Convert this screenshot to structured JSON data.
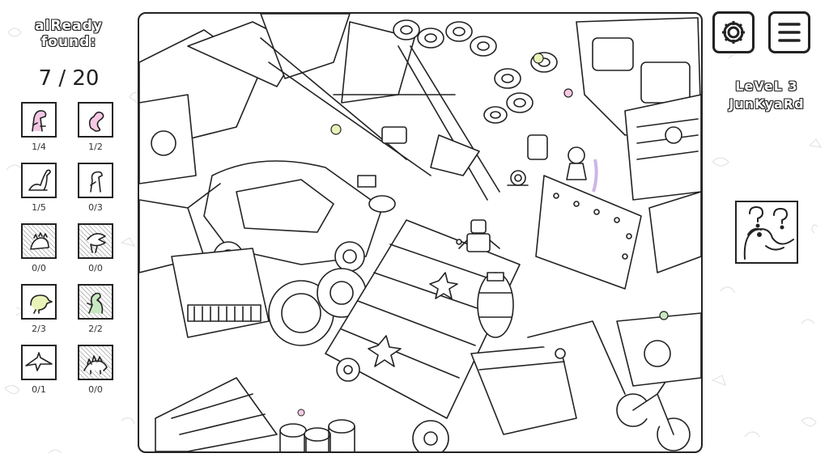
{
  "left_panel": {
    "title_line1": "alReady",
    "title_line2": "found:",
    "found_count": "7 / 20",
    "items": [
      {
        "icon": "dino-sitting-icon",
        "count": "1/4",
        "color": "#f3c6e3",
        "locked": false
      },
      {
        "icon": "dino-curled-icon",
        "count": "1/2",
        "color": "#f7c9e2",
        "locked": false
      },
      {
        "icon": "dino-longneck-icon",
        "count": "1/5",
        "color": "#ffffff",
        "locked": false
      },
      {
        "icon": "dino-standing-icon",
        "count": "0/3",
        "color": "#ffffff",
        "locked": false
      },
      {
        "icon": "dino-spiky-icon",
        "count": "0/0",
        "color": "#ffffff",
        "locked": true
      },
      {
        "icon": "dino-open-mouth-icon",
        "count": "0/0",
        "color": "#ffffff",
        "locked": true
      },
      {
        "icon": "dino-duck-icon",
        "count": "2/3",
        "color": "#e9f3b8",
        "locked": false
      },
      {
        "icon": "dino-green-icon",
        "count": "2/2",
        "color": "#c9e8c2",
        "locked": true
      },
      {
        "icon": "pterodactyl-icon",
        "count": "0/1",
        "color": "#ffffff",
        "locked": false
      },
      {
        "icon": "dino-stego-icon",
        "count": "0/0",
        "color": "#ffffff",
        "locked": true
      }
    ]
  },
  "level": {
    "line1": "LeVeL 3",
    "line2": "JunKyaRd"
  },
  "buttons": {
    "settings_icon": "gear-icon",
    "menu_icon": "hamburger-menu-icon",
    "hint_icon": "question-dino-icon"
  }
}
